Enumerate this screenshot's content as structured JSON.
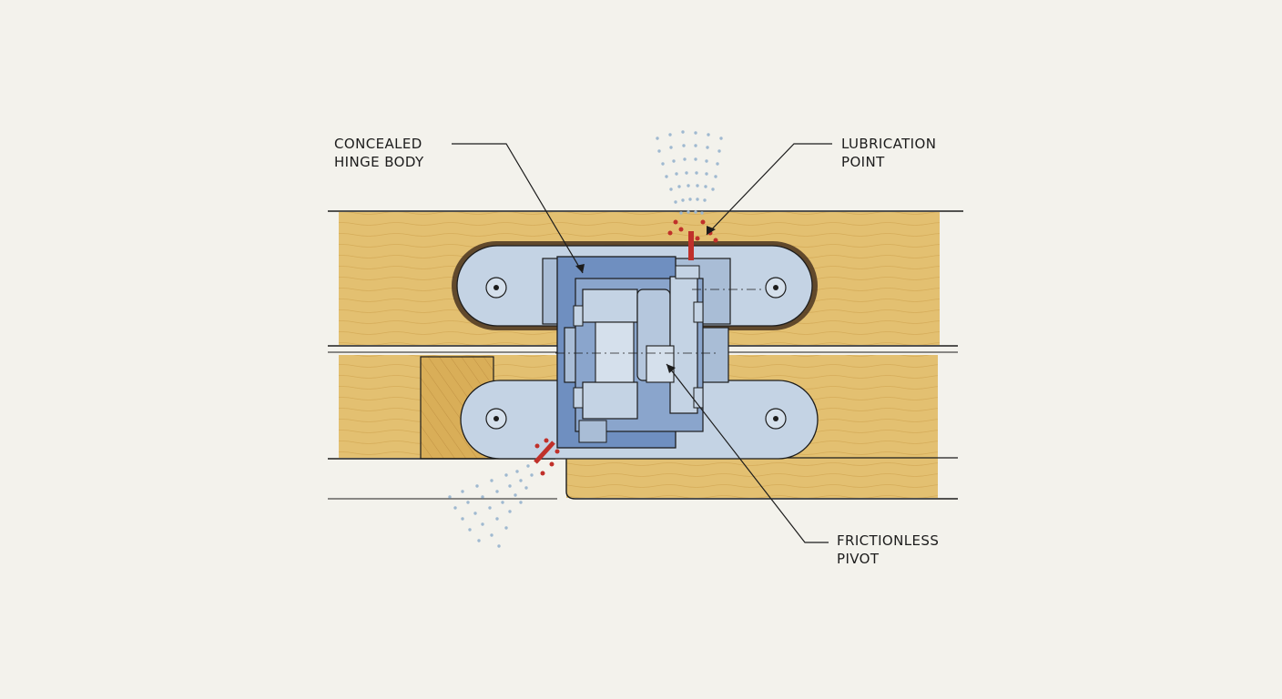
{
  "labels": {
    "concealed_hinge_body": [
      "CONCEALED",
      "HINGE BODY"
    ],
    "lubrication_point": [
      "LUBRICATION",
      "POINT"
    ],
    "frictionless_pivot": [
      "FRICTIONLESS",
      "PIVOT"
    ]
  },
  "colors": {
    "paper": "#f3f2ec",
    "wood": "#e2bd6a",
    "wood_dark": "#c99a45",
    "steel_light": "#c4d3e4",
    "steel_mid": "#a9bdd6",
    "steel_dark": "#6f8fc0",
    "ink": "#1c1c1c",
    "lubricant": "#c0302a",
    "spray": "#9fb9d0"
  }
}
